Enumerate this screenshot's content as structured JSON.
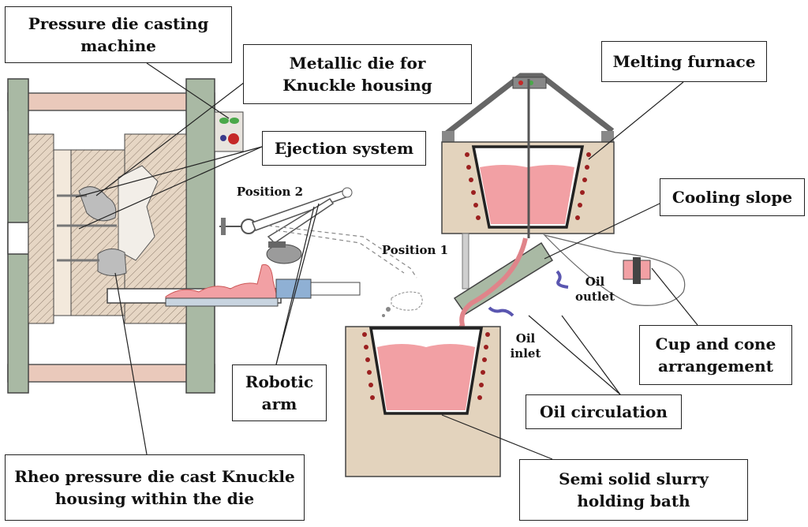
{
  "labels": {
    "pressure_machine": "Pressure die casting\nmachine",
    "metallic_die": "Metallic die for\nKnuckle housing",
    "ejection": "Ejection system",
    "melting_furnace": "Melting furnace",
    "cooling_slope": "Cooling slope",
    "cup_cone": "Cup and cone\narrangement",
    "oil_circulation": "Oil circulation",
    "holding_bath": "Semi solid slurry\nholding bath",
    "robotic_arm": "Robotic\narm",
    "knuckle": "Rheo pressure die cast Knuckle\nhousing within the die",
    "position2": "Position 2",
    "position1": "Position 1",
    "oil_outlet": "Oil\noutlet",
    "oil_inlet": "Oil\ninlet"
  },
  "colors": {
    "metal": "#f2a0a4",
    "furnace_body": "#e3d3bd",
    "frame": "#a9b9a4",
    "platen": "#eac9bb",
    "coil": "#9b2020",
    "oil_tube": "#5a56b0",
    "shot_sleeve": "#8fb0d4"
  }
}
